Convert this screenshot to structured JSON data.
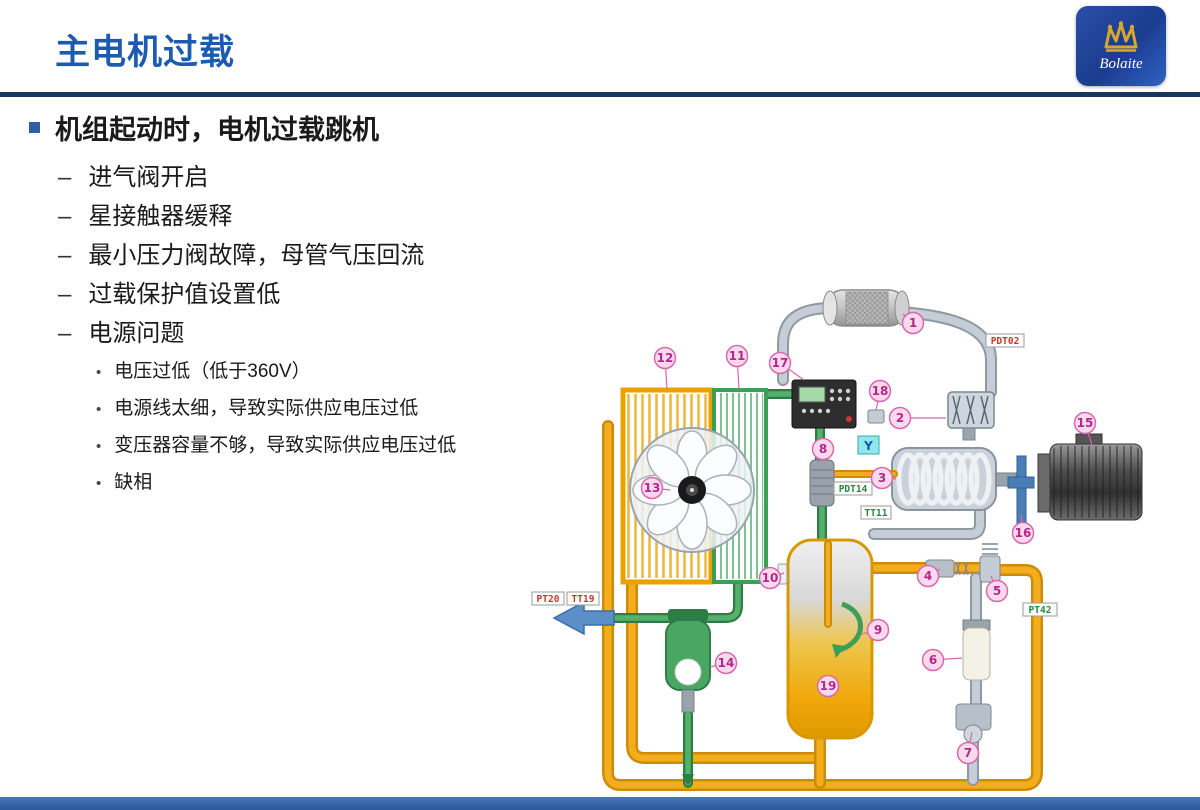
{
  "header": {
    "title": "主电机过载",
    "logo_text": "Bolaite"
  },
  "bullets": {
    "dash": "–",
    "dot": "•"
  },
  "content": {
    "heading": "机组起动时，电机过载跳机",
    "sub_items": [
      "进气阀开启",
      "星接触器缓释",
      "最小压力阀故障，母管气压回流",
      "过载保护值设置低",
      "电源问题"
    ],
    "detail_items": [
      "电压过低（低于360V）",
      "电源线太细，导致实际供应电压过低",
      "变压器容量不够，导致实际供应电压过低",
      "缺相"
    ]
  },
  "diagram": {
    "callouts": [
      "1",
      "2",
      "3",
      "4",
      "5",
      "6",
      "7",
      "8",
      "9",
      "10",
      "11",
      "12",
      "13",
      "14",
      "15",
      "16",
      "17",
      "18",
      "19"
    ],
    "tags": {
      "pdt02": "PDT02",
      "pdt14": "PDT14",
      "tt11": "TT11",
      "pt20": "PT20",
      "tt19": "TT19",
      "pt42": "PT42"
    },
    "y_label": "Y"
  },
  "colors": {
    "title_blue": "#1C5BB0",
    "divider_navy": "#17375E",
    "bottom_bar_blue": "#2B579A",
    "pipe_orange": "#E9A310",
    "pipe_green": "#44A05B",
    "pipe_gray": "#B6C0CA",
    "callout_pink": "#B2288E",
    "logo_blue": "#1B3C8F"
  }
}
